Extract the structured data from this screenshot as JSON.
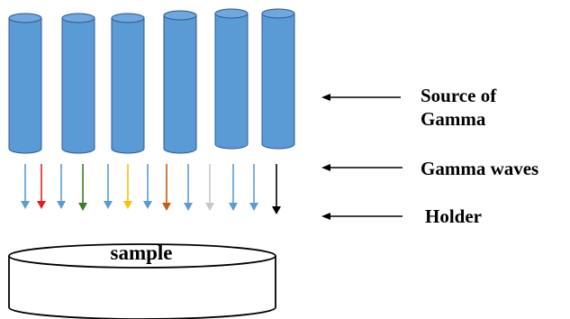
{
  "labels": {
    "source_line1": "Source of",
    "source_line2": "Gamma",
    "gamma_waves": "Gamma waves",
    "holder": "Holder",
    "sample": "sample"
  },
  "colors": {
    "cylinder_fill": "#5B9BD5",
    "cylinder_stroke": "#2F5597",
    "pointer_arrow": "#000000",
    "holder_stroke": "#000000",
    "gamma_arrows": [
      "#5B9BD5",
      "#E02020",
      "#5B9BD5",
      "#3A7D22",
      "#5B9BD5",
      "#FFC000",
      "#5B9BD5",
      "#C55A11",
      "#5B9BD5",
      "#C8C8C8",
      "#5B9BD5",
      "#5B9BD5",
      "#000000"
    ]
  },
  "cylinder_count": 6
}
